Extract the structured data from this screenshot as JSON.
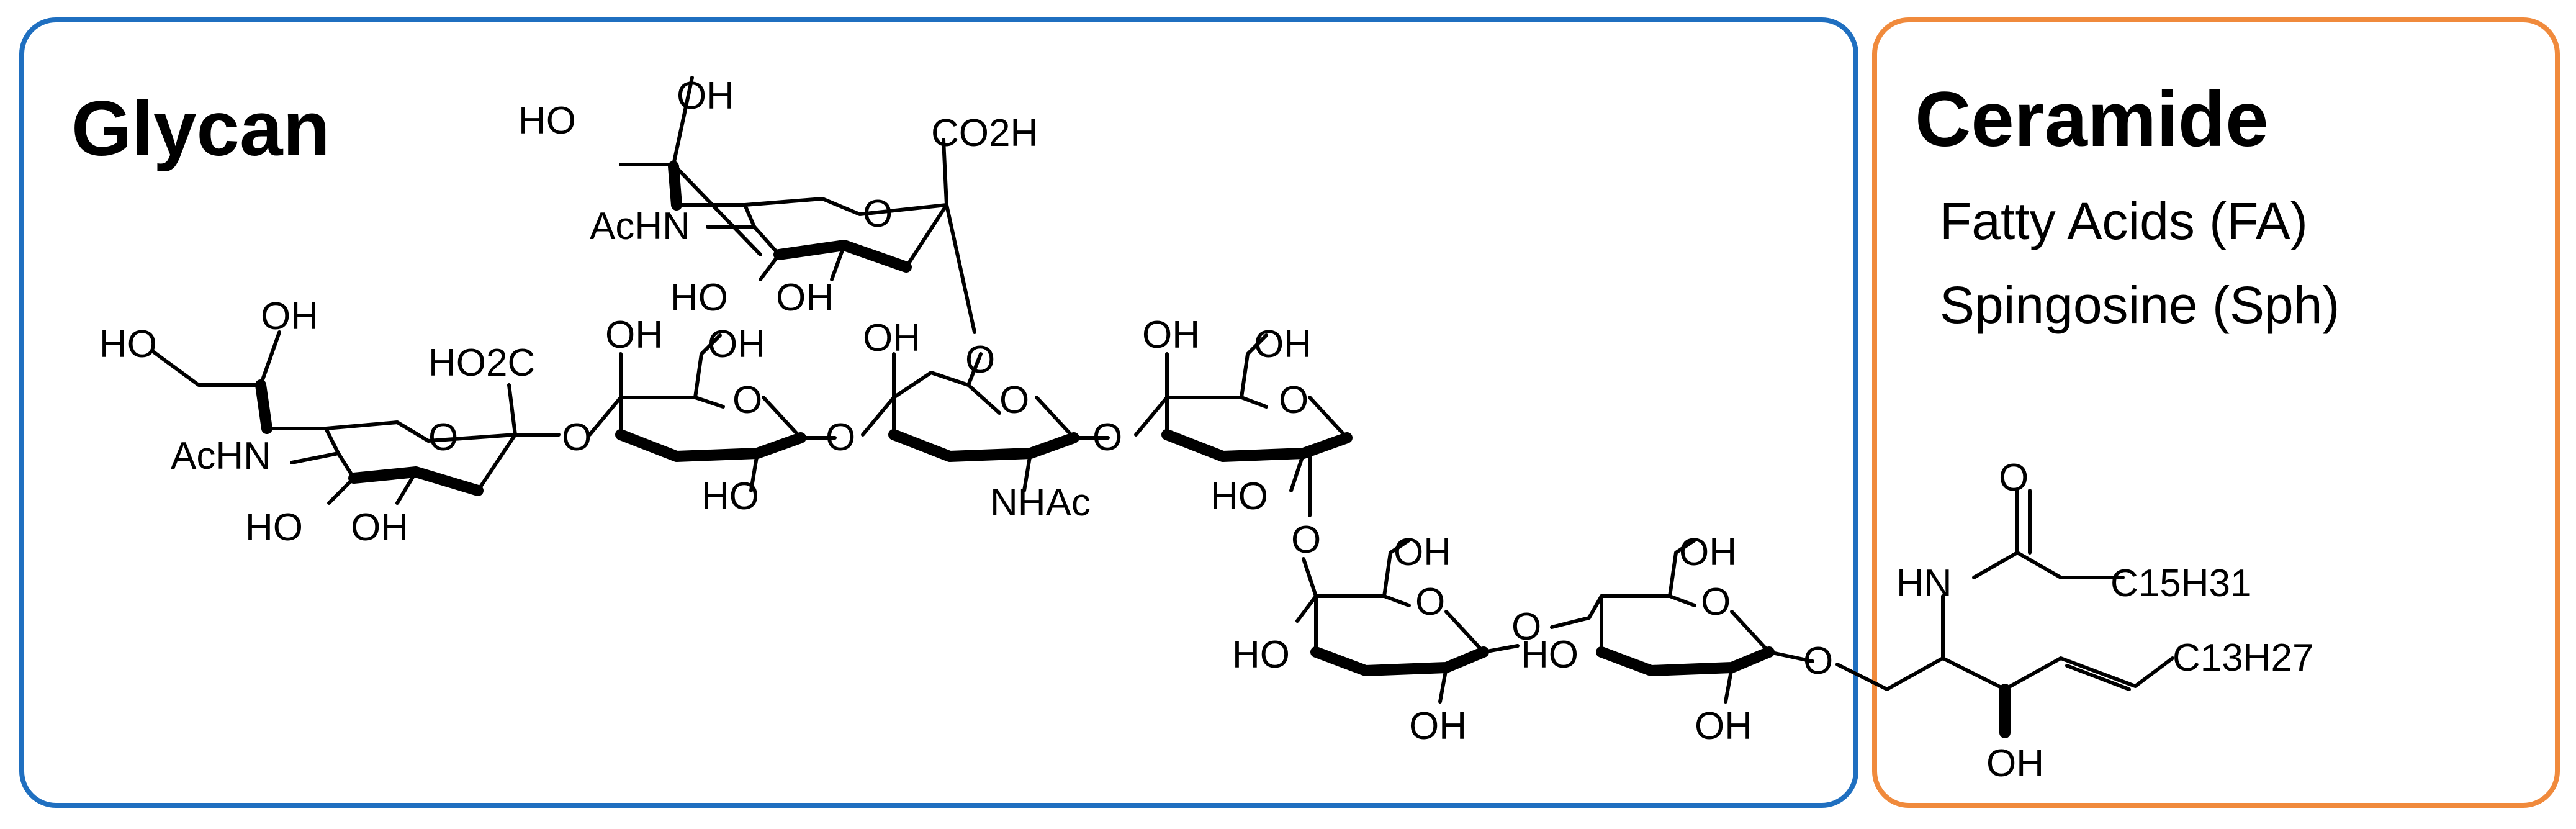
{
  "colors": {
    "glycan_border": "#1f6fc0",
    "ceramide_border": "#f08a3c",
    "ink": "#000000"
  },
  "glycan": {
    "title": "Glycan"
  },
  "ceramide": {
    "title": "Ceramide",
    "lines": [
      "Fatty Acids (FA)",
      "Spingosine (Sph)"
    ]
  },
  "atoms": {
    "HO": "HO",
    "OH": "OH",
    "O": "O",
    "AcHN": "AcHN",
    "NHAc": "NHAc",
    "HO2C": "HO2C",
    "CO2H": "CO2H",
    "HN": "HN",
    "C15H31": "C15H31",
    "C13H27": "C13H27"
  }
}
